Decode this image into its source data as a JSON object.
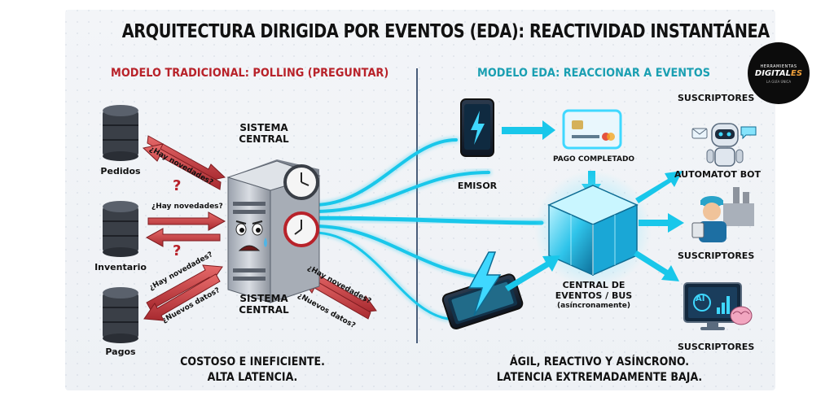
{
  "title": "ARQUITECTURA DIRIGIDA POR EVENTOS (EDA): REACTIVIDAD INSTANTÁNEA",
  "left_panel": {
    "header": "MODELO TRADICIONAL: POLLING (PREGUNTAR)",
    "databases": [
      "Pedidos",
      "Inventario",
      "Pagos"
    ],
    "central_top_label_1": "SISTEMA",
    "central_top_label_2": "CENTRAL",
    "central_bottom_label_1": "SISTEMA",
    "central_bottom_label_2": "CENTRAL",
    "arrow_labels": {
      "ask_1": "¿Hay novedades?",
      "ask_2": "¿Hay novedades?",
      "ask_3": "¿Hay novedades?",
      "ask_4": "¿Hay novedades?",
      "reply": "¿Nuevos datos?"
    },
    "question_mark": "?",
    "footer_1": "COSTOSO E INEFICIENTE.",
    "footer_2": "ALTA LATENCIA."
  },
  "right_panel": {
    "header": "MODELO EDA: REACCIONAR A EVENTOS",
    "emitter_label": "EMISOR",
    "event_label": "PAGO COMPLETADO",
    "bus_label_1": "CENTRAL DE",
    "bus_label_2": "EVENTOS / BUS",
    "bus_label_3": "(asíncronamente)",
    "subscribers_header": "SUSCRIPTORES",
    "bot_label": "AUTOMATOT BOT",
    "subscriber_2": "SUSCRIPTORES",
    "subscriber_3": "SUSCRIPTORES",
    "ai_label": "AI",
    "footer_1": "ÁGIL, REACTIVO Y ASÍNCRONO.",
    "footer_2": "LATENCIA EXTREMADAMENTE BAJA."
  },
  "logo": {
    "line1": "HERRAMIENTAS",
    "line2a": "DIGITAL",
    "line2b": "ES",
    "line3": "LA GUÍA ÚNICA"
  },
  "colors": {
    "red_arrow": "#c0373c",
    "red_header": "#b8222a",
    "cyan_flow": "#19c7ea",
    "teal_header": "#1a9fb2",
    "server_body": "#c9ced6",
    "database": "#3a3f47"
  }
}
